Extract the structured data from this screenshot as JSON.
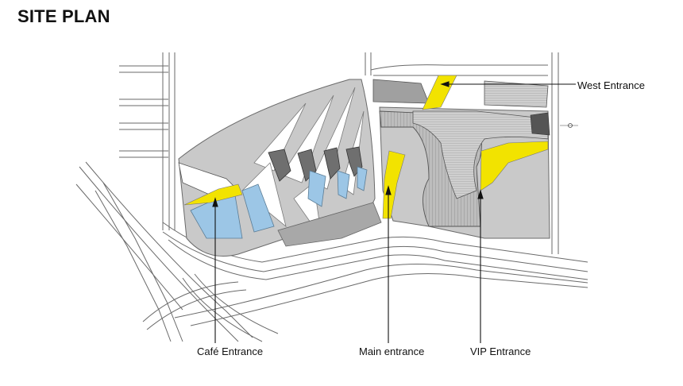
{
  "title": "SITE PLAN",
  "labels": {
    "west_entrance": "West Entrance",
    "cafe_entrance": "Café Entrance",
    "main_entrance": "Main entrance",
    "vip_entrance": "VIP Entrance"
  },
  "colors": {
    "entrance_yellow": "#f2e300",
    "water_blue": "#9cc6e6",
    "building_grey": "#8f8f8f",
    "ground_grey": "#c8c8c8",
    "line": "#6a6a6a"
  }
}
